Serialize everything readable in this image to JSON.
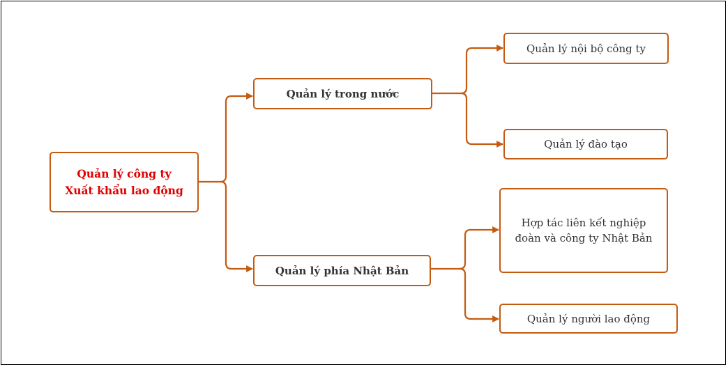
{
  "colors": {
    "connector": "#c55a11",
    "root_text": "#e00000",
    "node_text": "#333333"
  },
  "root": {
    "line1": "Quản lý công ty",
    "line2": "Xuất khẩu lao động"
  },
  "branches": [
    {
      "label": "Quản lý trong nước",
      "children": [
        {
          "label": "Quản lý nội bộ công ty"
        },
        {
          "label": "Quản lý đào tạo"
        }
      ]
    },
    {
      "label": "Quản lý phía Nhật Bản",
      "children": [
        {
          "line1": "Hợp tác liên kết nghiệp",
          "line2": "đoàn và công ty Nhật Bản"
        },
        {
          "label": "Quản lý người lao động"
        }
      ]
    }
  ]
}
